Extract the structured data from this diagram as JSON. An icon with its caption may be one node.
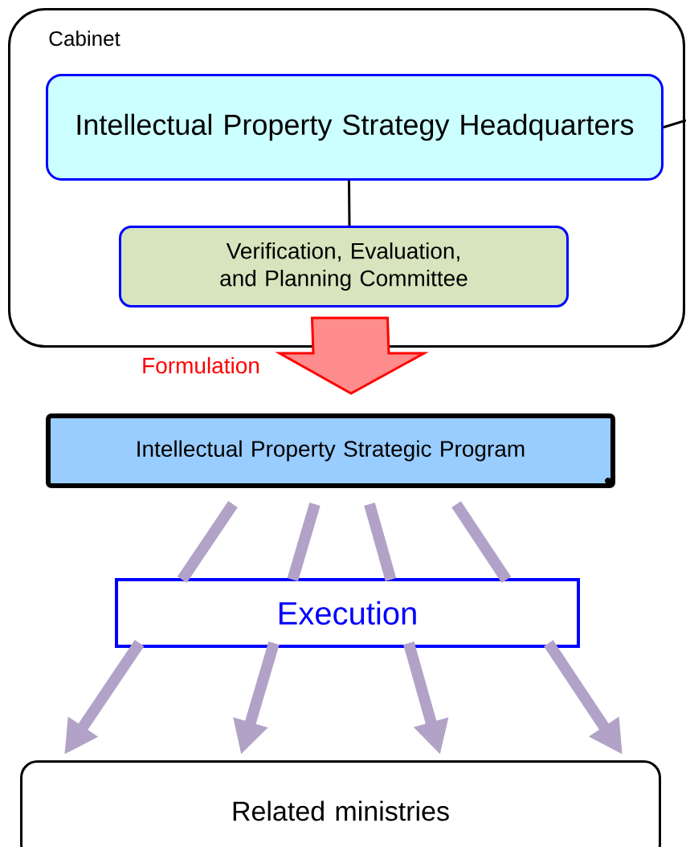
{
  "diagram": {
    "nodes": [
      {
        "text": [
          "Cabinet"
        ]
      },
      {
        "text": [
          "Intellectual Property Strategy Headquarters"
        ],
        "in": 0
      },
      {
        "text": [
          "Verification, Evaluation, and Planning Committee"
        ],
        "in": 0
      },
      {
        "text": [
          "Intellectual Property Strategic Program"
        ]
      },
      {
        "text": [
          "Execution"
        ]
      },
      {
        "text": [
          "Related ministries"
        ]
      }
    ],
    "edges": [
      {
        "from": 1,
        "to": 2,
        "arrow": "none",
        "color": "#000000"
      },
      {
        "from": 1,
        "to": null,
        "arrow": "none",
        "color": "#000000"
      },
      {
        "from": 0,
        "to": 3,
        "arrow": "to",
        "label": "Formulation",
        "style": "thick",
        "color": "#ff0000"
      },
      {
        "from": 3,
        "to": 4,
        "arrow": "none",
        "color": "#b3a2c7"
      },
      {
        "from": 3,
        "to": 4,
        "arrow": "none",
        "color": "#b3a2c7"
      },
      {
        "from": 3,
        "to": 4,
        "arrow": "none",
        "color": "#b3a2c7"
      },
      {
        "from": 3,
        "to": 4,
        "arrow": "none",
        "color": "#b3a2c7"
      },
      {
        "from": 4,
        "to": 5,
        "arrow": "to",
        "color": "#b3a2c7"
      },
      {
        "from": 4,
        "to": 5,
        "arrow": "to",
        "color": "#b3a2c7"
      },
      {
        "from": 4,
        "to": 5,
        "arrow": "to",
        "color": "#b3a2c7"
      },
      {
        "from": 4,
        "to": 5,
        "arrow": "to",
        "color": "#b3a2c7"
      }
    ]
  }
}
